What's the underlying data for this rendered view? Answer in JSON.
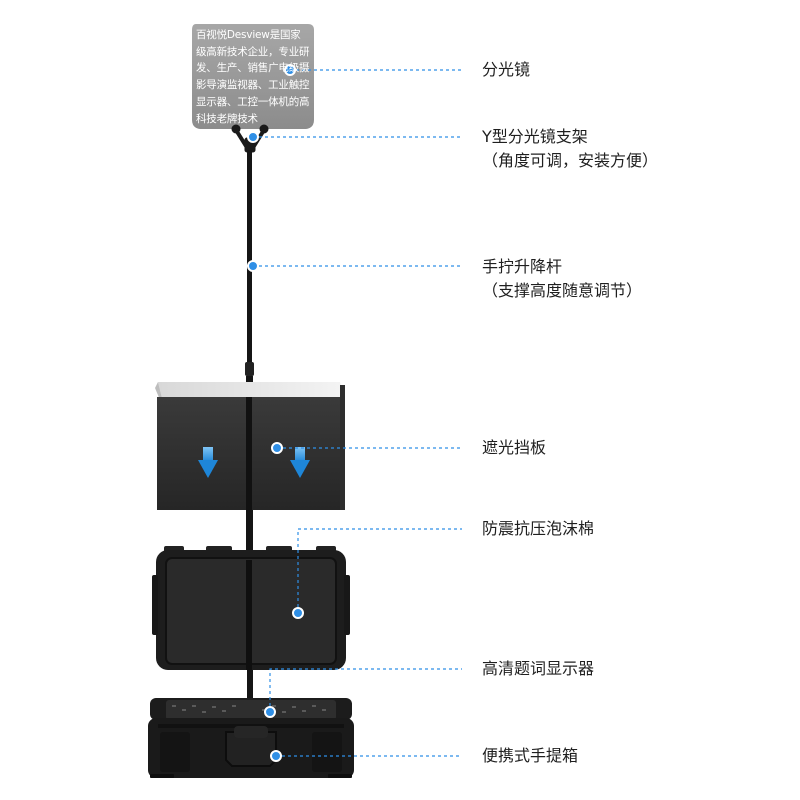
{
  "glass_text": "百视悦Desview是国家级高新技术企业，专业研发、生产、销售广电级摄影导演监视器、工业触控显示器、工控一体机的高科技老牌技术",
  "callouts": [
    {
      "id": "splitter",
      "title": "分光镜",
      "subtitle": ""
    },
    {
      "id": "y-bracket",
      "title": "Y型分光镜支架",
      "subtitle": "（角度可调，安装方便）"
    },
    {
      "id": "pole",
      "title": "手拧升降杆",
      "subtitle": "（支撑高度随意调节）"
    },
    {
      "id": "hood",
      "title": "遮光挡板",
      "subtitle": ""
    },
    {
      "id": "foam",
      "title": "防震抗压泡沫棉",
      "subtitle": ""
    },
    {
      "id": "monitor",
      "title": "高清题词显示器",
      "subtitle": ""
    },
    {
      "id": "case",
      "title": "便携式手提箱",
      "subtitle": ""
    }
  ],
  "colors": {
    "accent": "#2f8fe6",
    "dot_border": "#ffffff",
    "leader": "#2f8fe6",
    "arrow": "#3aa3e8",
    "case": "#1d1d1d",
    "glass": "#9a9a9a"
  }
}
